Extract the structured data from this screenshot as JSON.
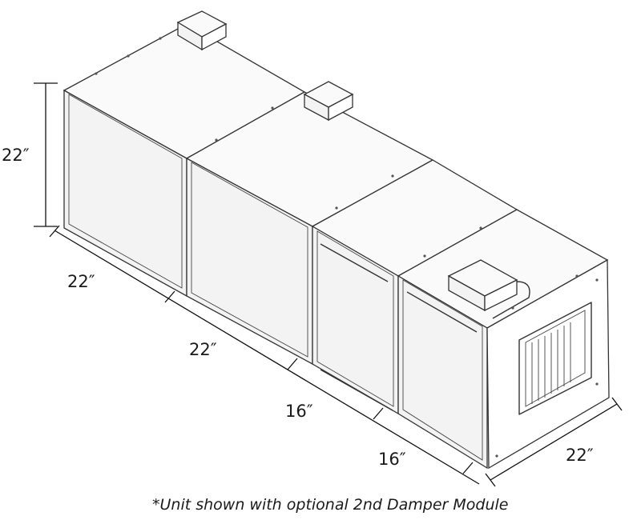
{
  "dimensions": {
    "height_label": "22″",
    "module1_length_label": "22″",
    "module2_length_label": "22″",
    "module3_length_label": "16″",
    "module4_length_label": "16″",
    "width_label": "22″"
  },
  "caption": "*Unit shown with optional 2nd Damper Module"
}
